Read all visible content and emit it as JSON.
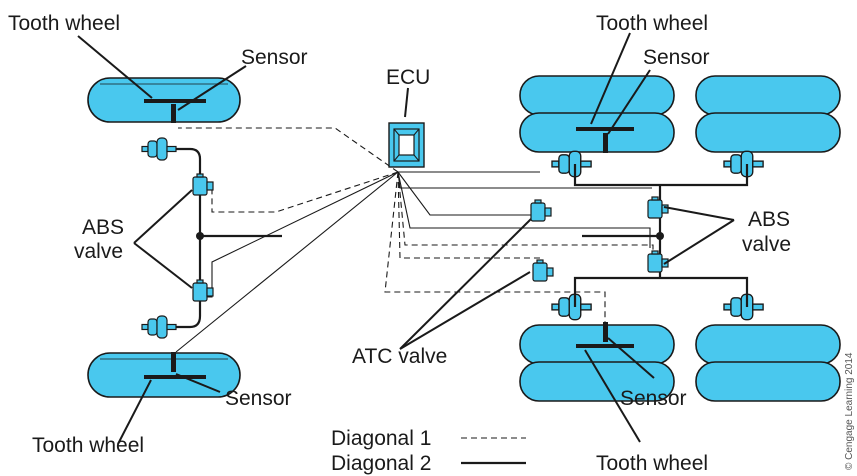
{
  "labels": {
    "tooth_wheel_top_left": "Tooth wheel",
    "sensor_top_left": "Sensor",
    "ecu": "ECU",
    "tooth_wheel_top_right": "Tooth wheel",
    "sensor_top_right": "Sensor",
    "abs_valve_left_line1": "ABS",
    "abs_valve_left_line2": "valve",
    "abs_valve_right_line1": "ABS",
    "abs_valve_right_line2": "valve",
    "atc_valve": "ATC valve",
    "sensor_bottom_left": "Sensor",
    "tooth_wheel_bottom_left": "Tooth wheel",
    "sensor_bottom_right": "Sensor",
    "tooth_wheel_bottom_right": "Tooth wheel"
  },
  "legend": {
    "diagonal1": "Diagonal 1",
    "diagonal2": "Diagonal 2"
  },
  "copyright": "© Cengage Learning 2014",
  "colors": {
    "tire": "#49c8ee",
    "line": "#1a1a1a"
  }
}
